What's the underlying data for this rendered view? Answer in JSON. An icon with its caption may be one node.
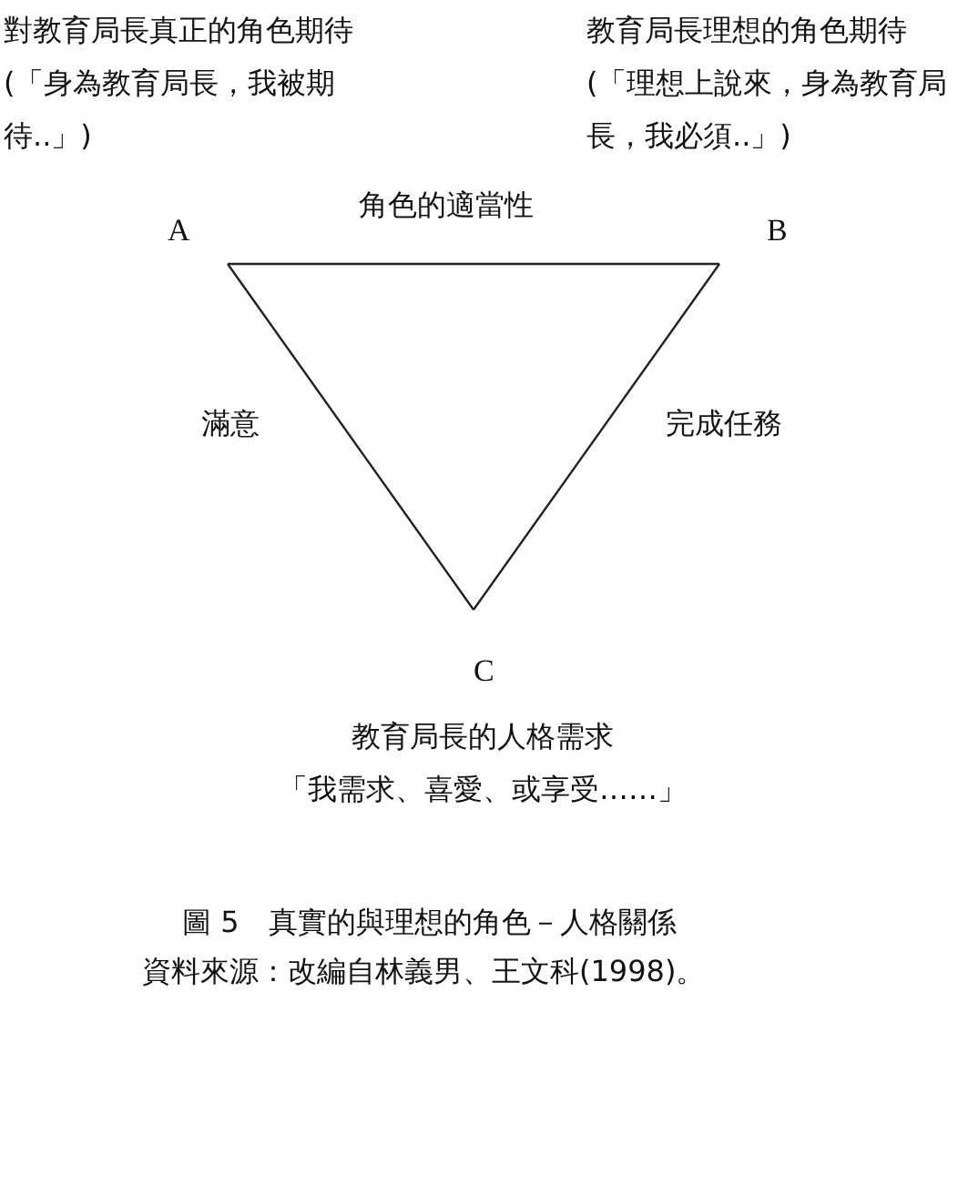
{
  "diagram": {
    "caption": "圖 5　真實的與理想的角色－人格關係",
    "nodes": [
      {
        "text": [
          "A"
        ],
        "beside": [
          "對教育局長真正的角色期待(「身為教育局長，我被期待..」)"
        ]
      },
      {
        "text": [
          "B"
        ],
        "beside": [
          "教育局長理想的角色期待(「理想上說來，身為教育局長，我必須..」)"
        ]
      },
      {
        "text": [
          "C"
        ],
        "beside": [
          "教育局長的人格需求",
          "「我需求、喜愛、或享受……」"
        ]
      }
    ],
    "edges": [
      {
        "from": 0,
        "to": 1,
        "arrow": "none",
        "label": "角色的適當性"
      },
      {
        "from": 0,
        "to": 2,
        "arrow": "none",
        "label": "滿意"
      },
      {
        "from": 1,
        "to": 2,
        "arrow": "none",
        "label": "完成任務"
      }
    ],
    "labels": [
      "資料來源：改編自林義男、王文科(1998)。"
    ]
  }
}
